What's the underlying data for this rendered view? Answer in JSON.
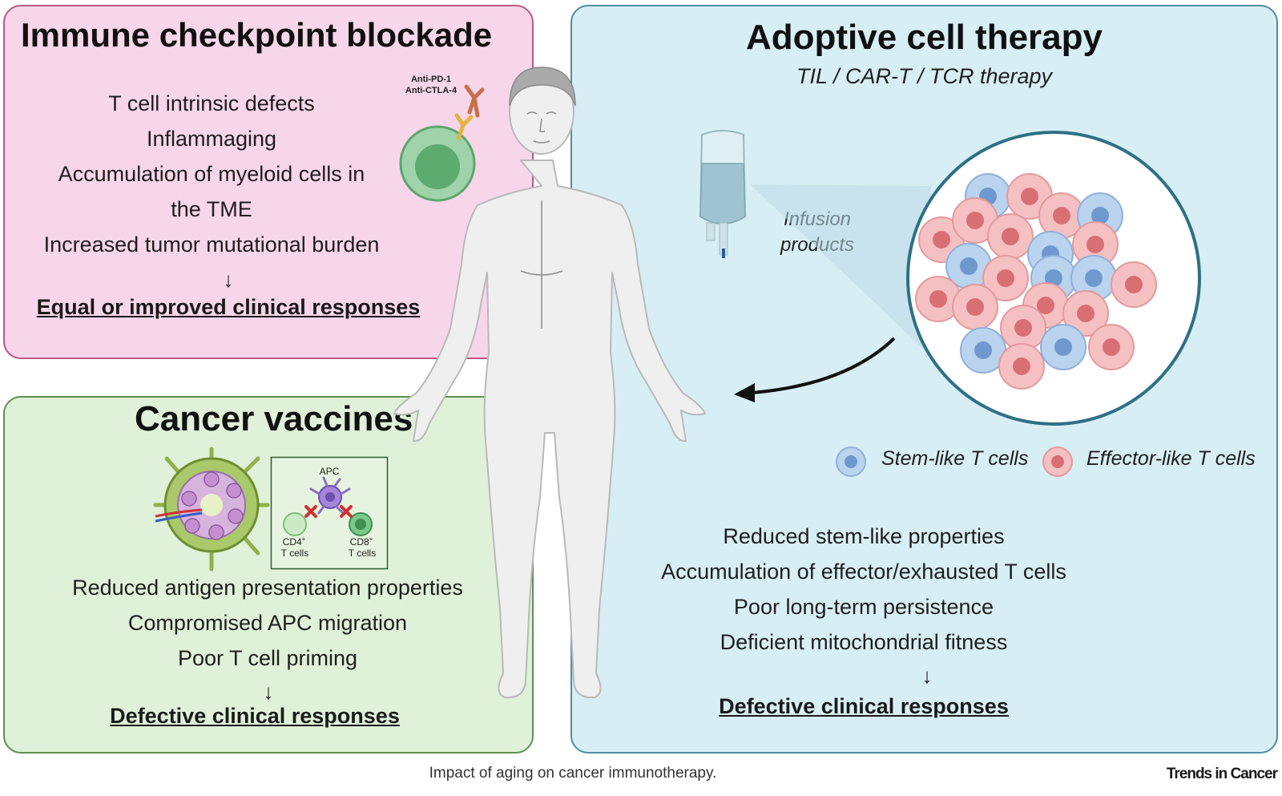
{
  "icb": {
    "title": "Immune checkpoint blockade",
    "antibody_labels": [
      "Anti-PD-1",
      "Anti-CTLA-4"
    ],
    "lines": [
      "T cell intrinsic defects",
      "Inflammaging",
      "Accumulation of myeloid cells in",
      "the TME",
      "Increased tumor mutational burden"
    ],
    "arrow": "↓",
    "result": "Equal or improved clinical responses"
  },
  "cv": {
    "title": "Cancer vaccines",
    "inset": {
      "apc": "APC",
      "cd4": "CD4",
      "cd8": "CD8",
      "sup": "+",
      "tcells": "T cells"
    },
    "lines": [
      "Reduced antigen presentation properties",
      "Compromised APC migration",
      "Poor T cell priming"
    ],
    "arrow": "↓",
    "result": "Defective clinical responses"
  },
  "act": {
    "title": "Adoptive cell therapy",
    "subtitle": "TIL / CAR-T / TCR therapy",
    "infusion": [
      "Infusion",
      "products"
    ],
    "legend": {
      "stem": "Stem-like T cells",
      "effector": "Effector-like T cells"
    },
    "lines": [
      "Reduced stem-like properties",
      "Accumulation of effector/exhausted T cells",
      "Poor long-term persistence",
      "Deficient mitochondrial fitness"
    ],
    "arrow": "↓",
    "result": "Defective clinical responses"
  },
  "colors": {
    "stem_cell": "#a9c8ec",
    "effector_cell": "#f2b3b5",
    "icb_bg": "#f7d6ea",
    "cv_bg": "#dff1d8",
    "act_bg": "#d8eef5"
  },
  "footer": {
    "caption": "Impact of aging on cancer immunotherapy.",
    "journal": "Trends in Cancer"
  }
}
